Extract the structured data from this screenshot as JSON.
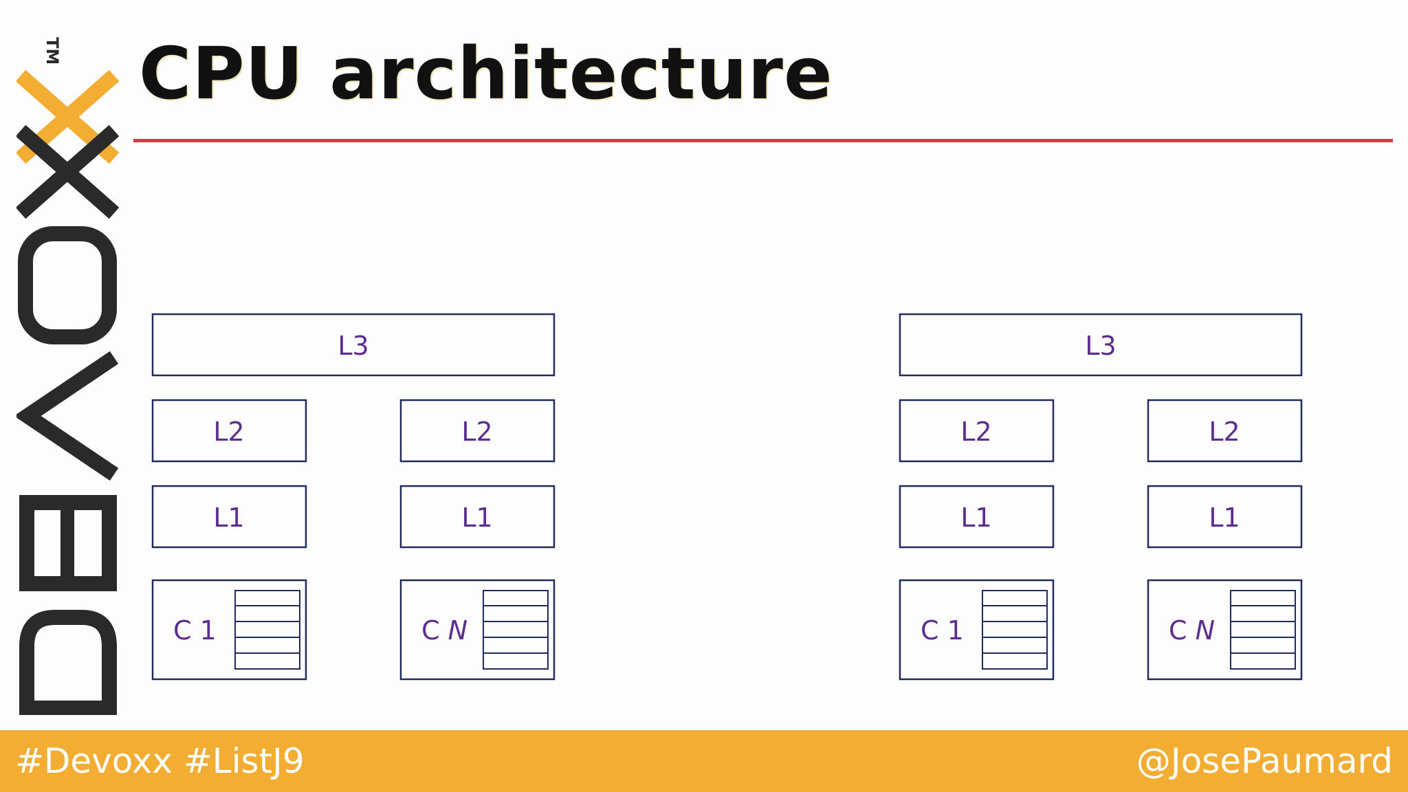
{
  "logo": {
    "text": "DEVOXX",
    "trademark": "TM"
  },
  "title": "CPU architecture",
  "colors": {
    "accent_line": "#e23a45",
    "footer_bg": "#f4ad33",
    "box_border": "#1f2a5e",
    "box_label": "#5b2d8e",
    "logo_dark": "#2a2a2a",
    "logo_orange": "#f4ad33"
  },
  "diagram": {
    "sockets": [
      {
        "l3": "L3",
        "cores": [
          {
            "l2": "L2",
            "l1": "L1",
            "core_prefix": "C",
            "core_id": "1"
          },
          {
            "l2": "L2",
            "l1": "L1",
            "core_prefix": "C",
            "core_id": "N"
          }
        ]
      },
      {
        "l3": "L3",
        "cores": [
          {
            "l2": "L2",
            "l1": "L1",
            "core_prefix": "C",
            "core_id": "1"
          },
          {
            "l2": "L2",
            "l1": "L1",
            "core_prefix": "C",
            "core_id": "N"
          }
        ]
      }
    ]
  },
  "footer": {
    "hashtags": "#Devoxx #ListJ9",
    "handle": "@JosePaumard"
  }
}
